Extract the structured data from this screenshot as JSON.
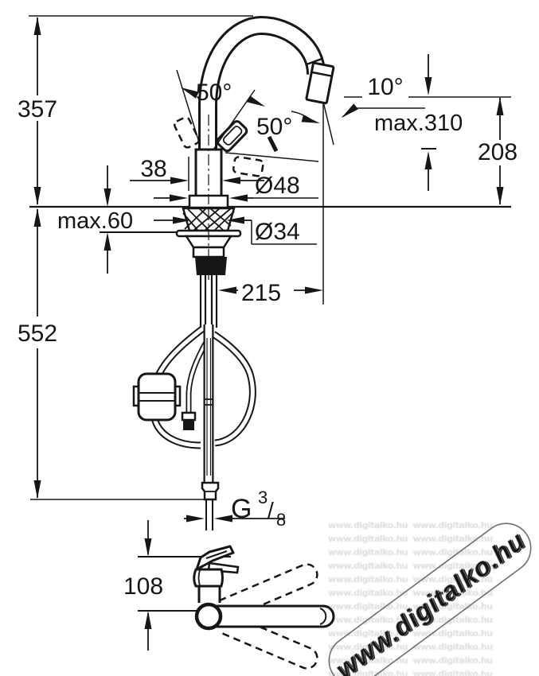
{
  "drawing": {
    "dims": {
      "height_above_counter": "357",
      "height_below_counter": "552",
      "body_width": "38",
      "counter_thickness": "max.60",
      "base_diameter": "Ø48",
      "shank_diameter": "Ø34",
      "spout_reach": "215",
      "spout_height": "208",
      "hose_extension": "max.310",
      "handle_angle_left": "50°",
      "handle_angle_right": "50°",
      "spray_angle": "10°",
      "side_view_height": "108"
    },
    "thread": {
      "g": "G",
      "numerator": "3",
      "slash": "/",
      "denominator": "8"
    }
  },
  "watermark": {
    "text": "www.digitalko.hu",
    "tile_text": "www.digitalko.hu"
  },
  "colors": {
    "line": "#161616",
    "watermark": "#c4c4c4",
    "watermark_shadow": "#696969",
    "faint_tile": "#d8d8d8"
  }
}
